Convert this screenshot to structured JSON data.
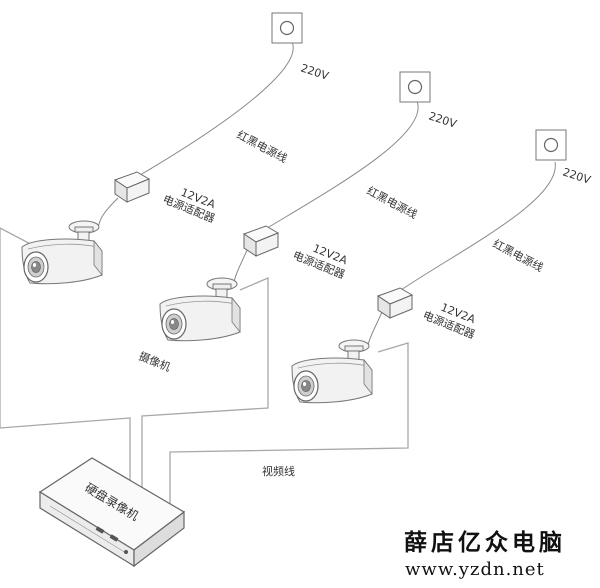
{
  "labels": {
    "voltage": "220V",
    "power_cable": "红黑电源线",
    "adapter_spec": "12V2A",
    "adapter_name": "电源适配器",
    "camera": "摄像机",
    "video_cable": "视频线",
    "nvr": "硬盘录像机"
  },
  "watermark": {
    "name": "薛店亿众电脑",
    "url": "www.yzdn.net"
  },
  "colors": {
    "line": "#a8a8a8",
    "wire": "#8a8a8a",
    "text": "#333333",
    "body": "#f2f2f2"
  }
}
